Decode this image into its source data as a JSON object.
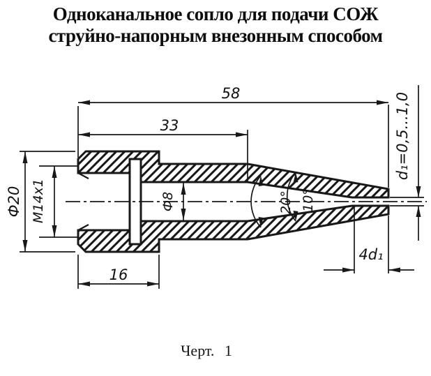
{
  "colors": {
    "paper": "#ffffff",
    "ink": "#181818"
  },
  "title": {
    "line1": "Одноканальное сопло для подачи СОЖ",
    "line2": "струйно-напорным внезонным способом"
  },
  "caption": "Черт. 1",
  "drawing": {
    "type": "engineering-cross-section",
    "subject": "single-channel coolant nozzle",
    "dimensions": {
      "overall_length": "58",
      "head_length": "33",
      "thread_length": "16",
      "outer_diameter": "Ф20",
      "thread_spec": "М14х1",
      "bore_diameter": "Ф8",
      "outer_cone_angle": "20°",
      "inner_cone_angle": "10°",
      "exit_channel_length": "4d₁",
      "exit_diameter_note": "d₁=0,5...1,0"
    }
  }
}
